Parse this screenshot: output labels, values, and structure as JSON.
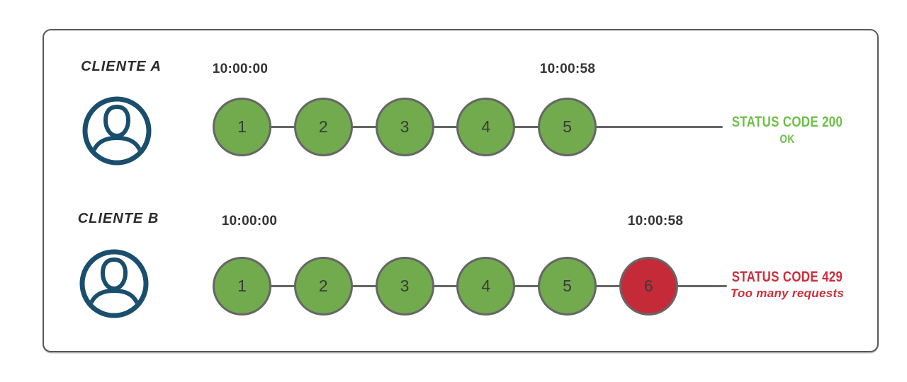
{
  "rows": [
    {
      "client_label": "CLIENTE A",
      "start_time": "10:00:00",
      "end_time": "10:00:58",
      "requests": [
        {
          "label": "1",
          "status": "ok"
        },
        {
          "label": "2",
          "status": "ok"
        },
        {
          "label": "3",
          "status": "ok"
        },
        {
          "label": "4",
          "status": "ok"
        },
        {
          "label": "5",
          "status": "ok"
        }
      ],
      "status_title": "STATUS CODE 200",
      "status_subtitle": "OK",
      "status_kind": "success"
    },
    {
      "client_label": "CLIENTE B",
      "start_time": "10:00:00",
      "end_time": "10:00:58",
      "requests": [
        {
          "label": "1",
          "status": "ok"
        },
        {
          "label": "2",
          "status": "ok"
        },
        {
          "label": "3",
          "status": "ok"
        },
        {
          "label": "4",
          "status": "ok"
        },
        {
          "label": "5",
          "status": "ok"
        },
        {
          "label": "6",
          "status": "error"
        }
      ],
      "status_title": "STATUS CODE 429",
      "status_subtitle": "Too many requests",
      "status_kind": "error"
    }
  ],
  "icons": {
    "client_avatar": "person-avatar-icon"
  },
  "colors": {
    "request_ok": "#71ab4d",
    "request_error": "#c52a39",
    "node_border": "#666666",
    "timeline": "#666666",
    "status_success_text": "#6dbf48",
    "status_error_text": "#d02c3a",
    "client_icon": "#1a4e6d",
    "frame_border": "#58585a",
    "text_dark": "#333333",
    "client_text": "#2b2b2b",
    "number_text": "#3a3a3a"
  }
}
